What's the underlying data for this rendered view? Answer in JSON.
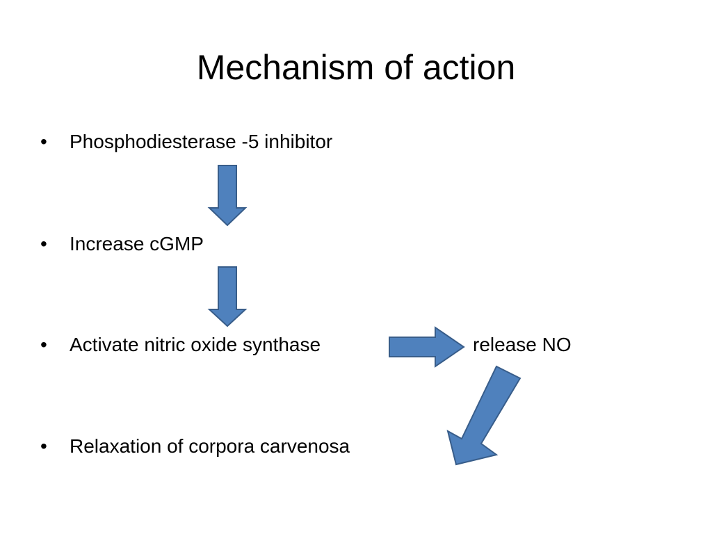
{
  "slide": {
    "title": "Mechanism of action",
    "bullet_marker": "•",
    "bullets": [
      "Phosphodiesterase -5 inhibitor",
      "Increase cGMP",
      "Activate nitric oxide synthase",
      "Relaxation of corpora carvenosa"
    ],
    "side_label": "release NO"
  },
  "colors": {
    "arrow_fill": "#4F81BD",
    "arrow_stroke": "#385D8A",
    "text": "#000000",
    "background": "#FFFFFF"
  }
}
